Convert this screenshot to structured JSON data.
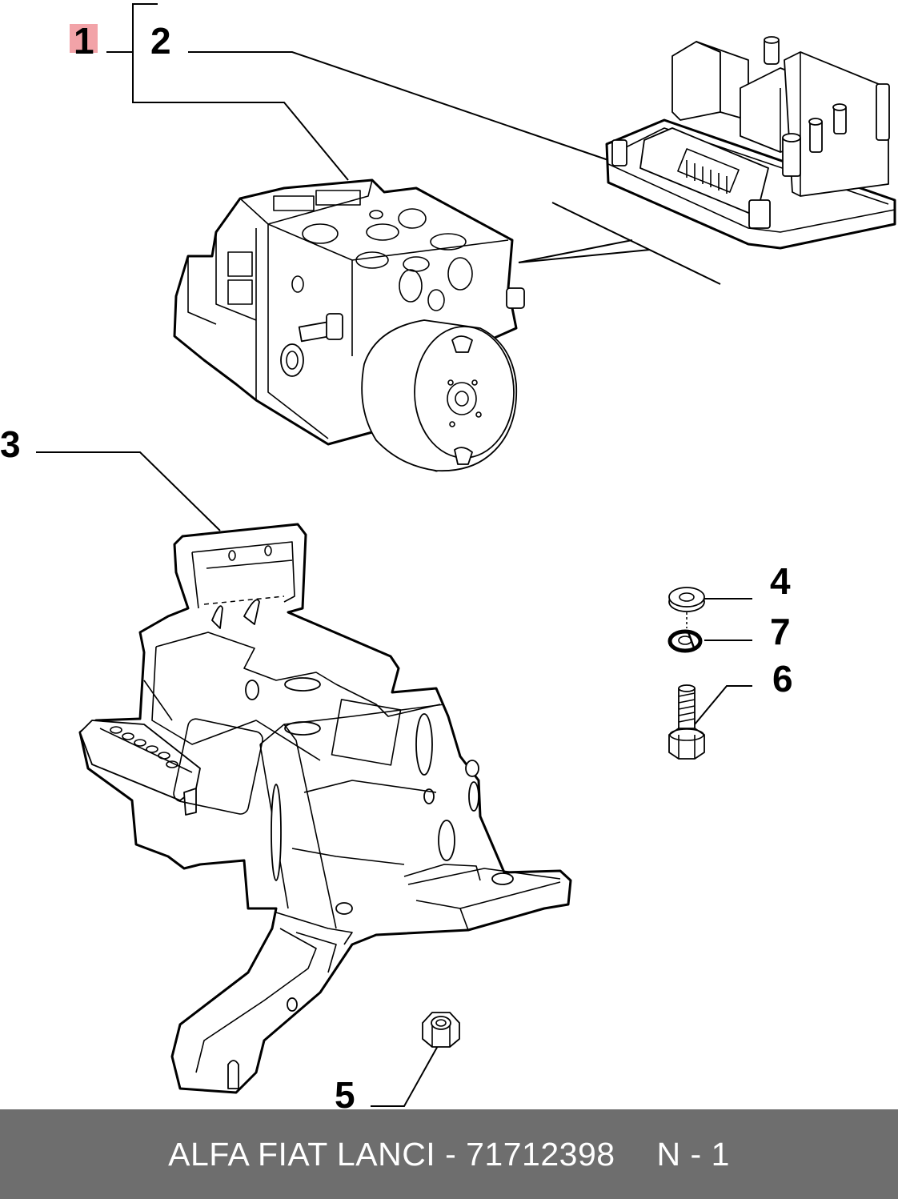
{
  "callouts": {
    "c1": "1",
    "c2": "2",
    "c3": "3",
    "c4": "4",
    "c5": "5",
    "c6": "6",
    "c7": "7"
  },
  "colors": {
    "highlight": "#f2a3a8",
    "footer_bg": "#6e6e6e",
    "footer_text": "#ffffff"
  },
  "footer": {
    "part_text": "ALFA FIAT LANCI - 71712398",
    "page_text": "N - 1"
  }
}
